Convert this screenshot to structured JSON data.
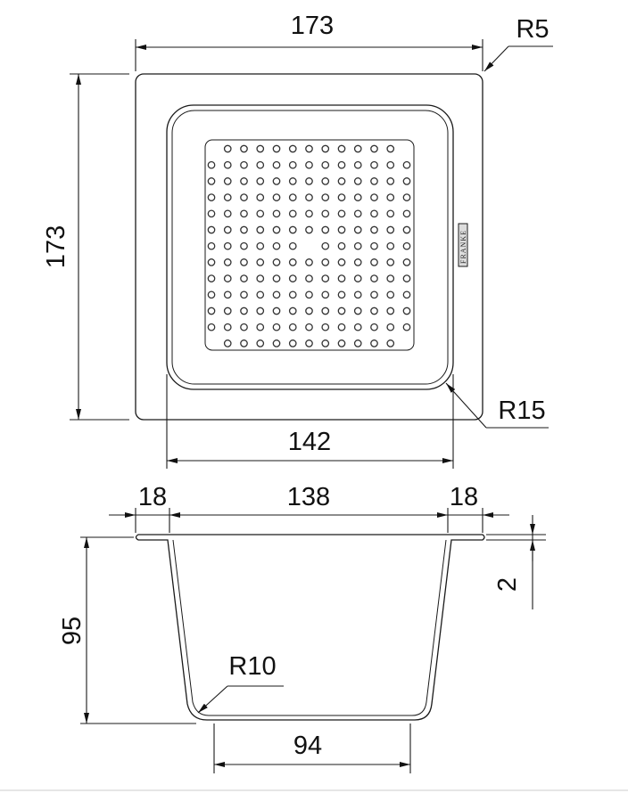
{
  "top_view": {
    "width_label": "173",
    "height_label": "173",
    "corner_radius_label": "R5",
    "bowl_radius_label": "R15",
    "bowl_width_label": "142",
    "logo_text": "FRANKE",
    "perforation": {
      "rows": 13,
      "cols": 13
    }
  },
  "section_view": {
    "flange_left_label": "18",
    "opening_label": "138",
    "flange_right_label": "18",
    "depth_label": "95",
    "thickness_label": "2",
    "bottom_radius_label": "R10",
    "bottom_width_label": "94"
  }
}
